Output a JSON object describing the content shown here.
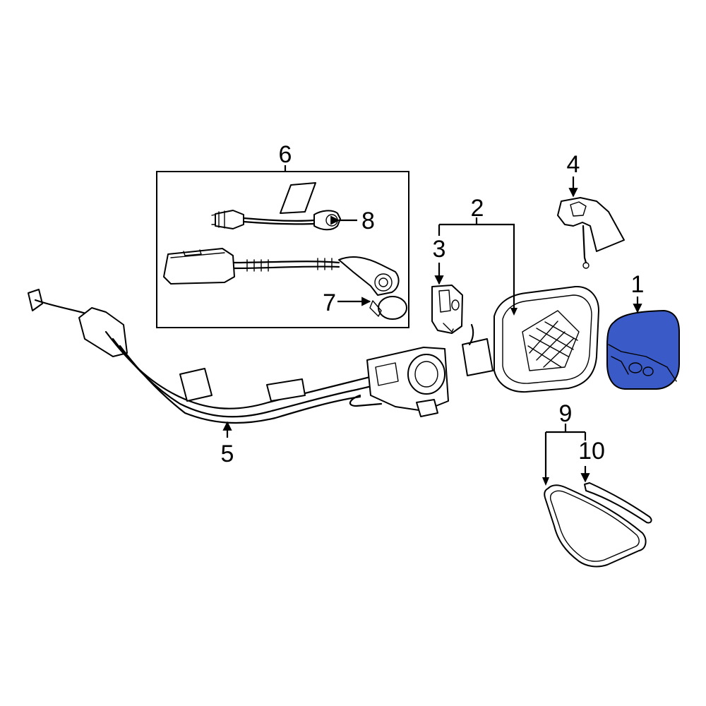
{
  "colors": {
    "line": "#000000",
    "background": "#ffffff",
    "highlight": "#3a5bc7"
  },
  "callouts": {
    "c1": "1",
    "c2": "2",
    "c3": "3",
    "c4": "4",
    "c5": "5",
    "c6": "6",
    "c7": "7",
    "c8": "8",
    "c9": "9",
    "c10": "10"
  },
  "highlighted_part": "1"
}
